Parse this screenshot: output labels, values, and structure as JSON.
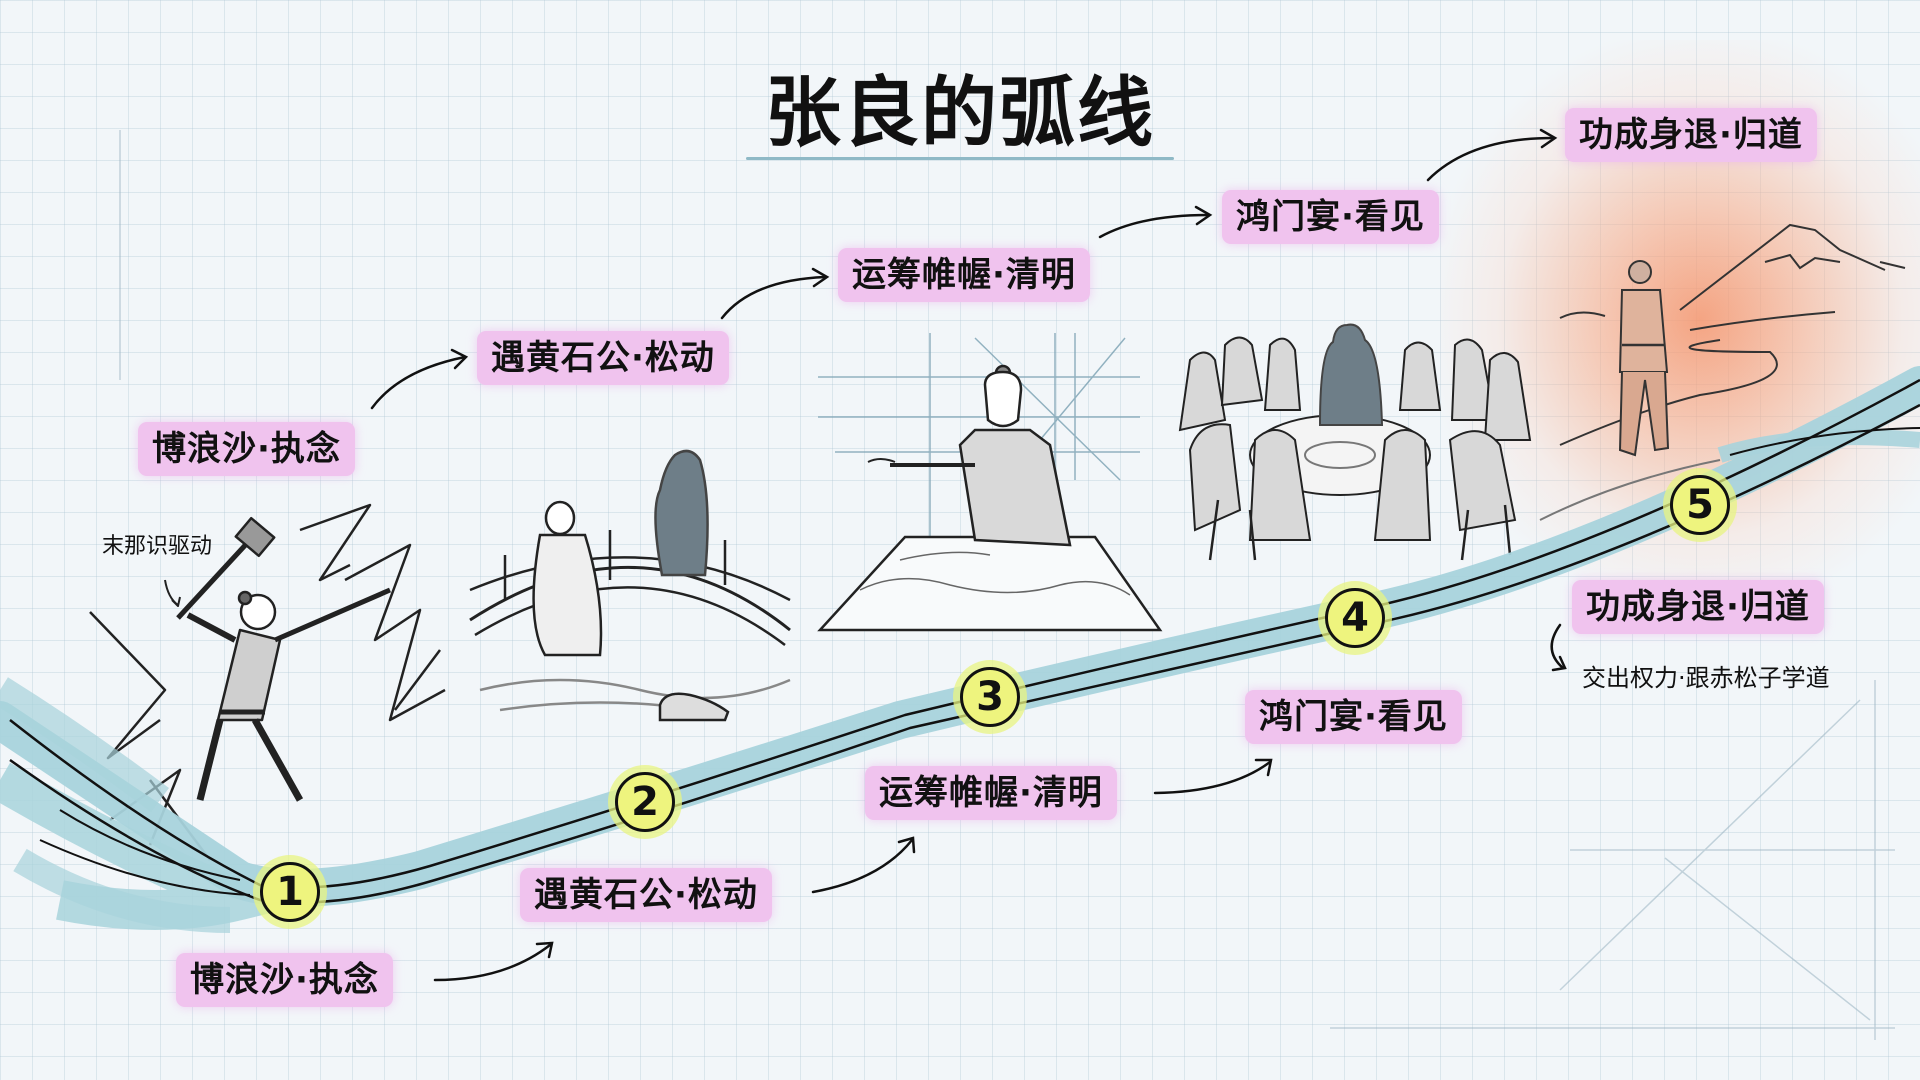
{
  "title": "张良的弧线",
  "colors": {
    "background": "#f2f6f9",
    "grid": "#c8d8e2",
    "tag_fill": "#f0c3ee",
    "milestone_fill": "#eef47e",
    "river": "#a8d3dc",
    "glow": "#f5a07c",
    "ink": "#111111"
  },
  "upper_path": [
    {
      "label": "博浪沙·执念"
    },
    {
      "label": "遇黄石公·松动"
    },
    {
      "label": "运筹帷幄·清明"
    },
    {
      "label": "鸿门宴·看见"
    },
    {
      "label": "功成身退·归道"
    }
  ],
  "milestones": [
    {
      "number": "1",
      "label": "博浪沙·执念",
      "scene": "hammer-strike-scene"
    },
    {
      "number": "2",
      "label": "遇黄石公·松动",
      "scene": "bridge-elder-scene"
    },
    {
      "number": "3",
      "label": "运筹帷幄·清明",
      "scene": "strategist-map-scene"
    },
    {
      "number": "4",
      "label": "鸿门宴·看见",
      "scene": "banquet-scene"
    },
    {
      "number": "5",
      "label": "功成身退·归道",
      "scene": "walking-away-scene"
    }
  ],
  "annotations": {
    "manas_drive": "末那识驱动",
    "final_note": "交出权力·跟赤松子学道"
  }
}
